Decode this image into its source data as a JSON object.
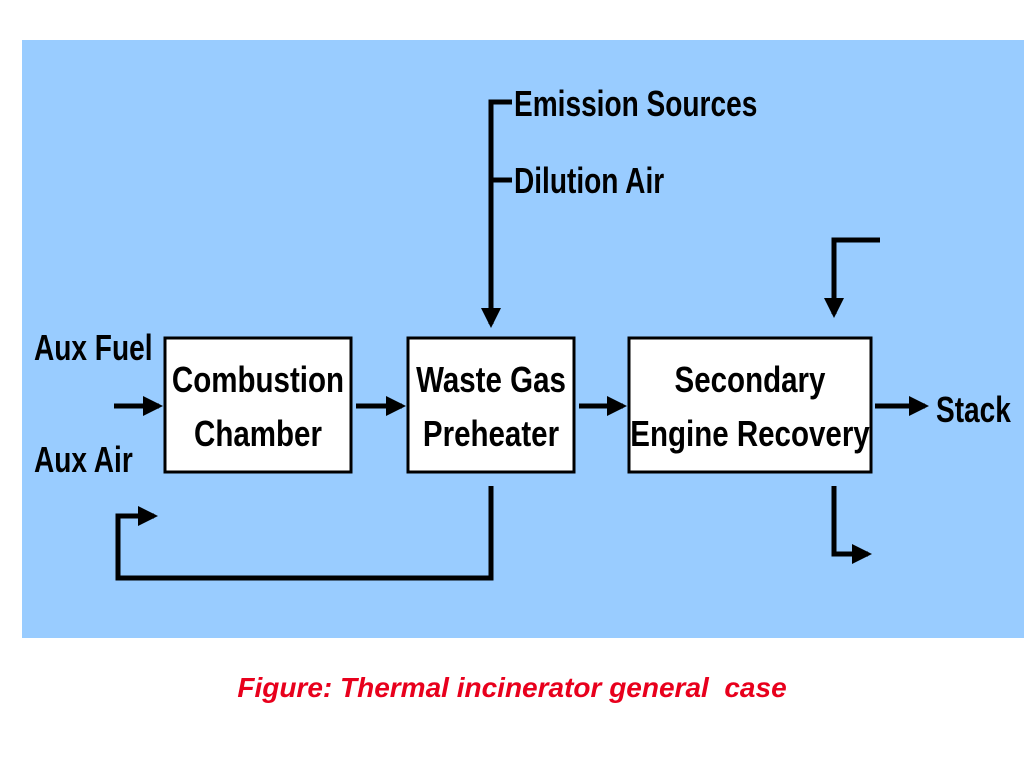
{
  "diagram": {
    "inputs": {
      "aux_fuel": "Aux Fuel",
      "aux_air": "Aux Air",
      "emission_sources": "Emission Sources",
      "dilution_air": "Dilution Air"
    },
    "boxes": {
      "combustion_chamber": {
        "line1": "Combustion",
        "line2": "Chamber"
      },
      "waste_gas_preheater": {
        "line1": "Waste Gas",
        "line2": "Preheater"
      },
      "secondary_recovery": {
        "line1": "Secondary",
        "line2": "Engine Recovery"
      }
    },
    "outputs": {
      "stack": "Stack"
    }
  },
  "caption": "Figure: Thermal incinerator general  case",
  "colors": {
    "panel_background": "#99ccff",
    "box_fill": "#ffffff",
    "line": "#000000",
    "caption": "#e8001c"
  }
}
